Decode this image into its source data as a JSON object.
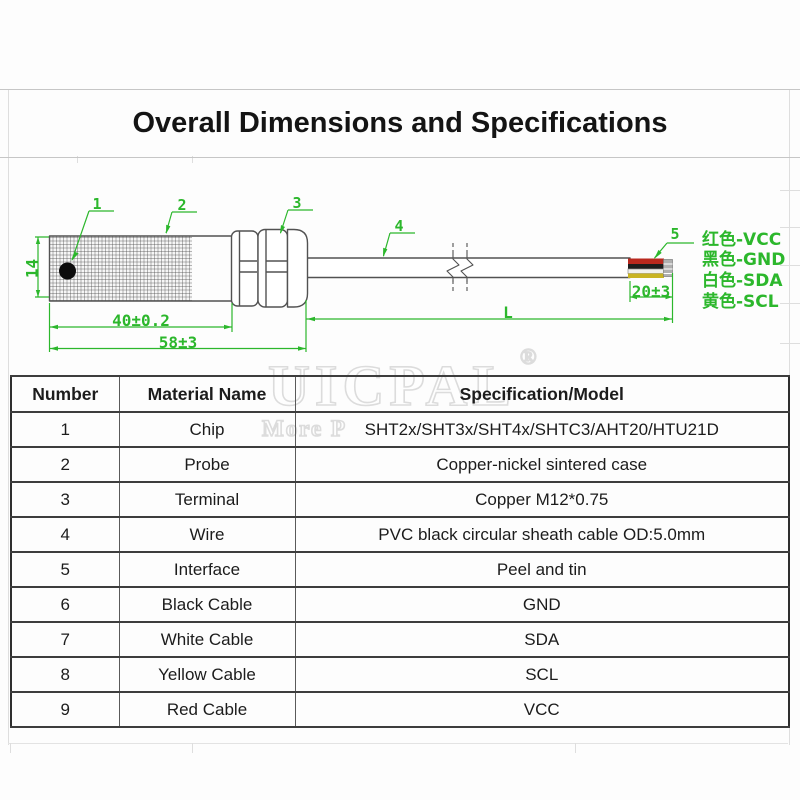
{
  "page": {
    "title": "Overall Dimensions and Specifications"
  },
  "watermark": {
    "brand": "UICPAL",
    "registered": "®",
    "tagline": "More P"
  },
  "diagram": {
    "callouts": [
      "1",
      "2",
      "3",
      "4",
      "5"
    ],
    "dims": {
      "height": "14",
      "body_length": "40±0.2",
      "total_length": "58±3",
      "strip_length": "20±3",
      "cable_length": "L"
    },
    "wire_labels": [
      "红色-VCC",
      "黑色-GND",
      "白色-SDA",
      "黄色-SCL"
    ],
    "wire_colors": [
      "#b9281e",
      "#1d1d1d",
      "#f1f1ee",
      "#c9b423"
    ]
  },
  "table": {
    "headers": [
      "Number",
      "Material Name",
      "Specification/Model"
    ],
    "rows": [
      [
        "1",
        "Chip",
        "SHT2x/SHT3x/SHT4x/SHTC3/AHT20/HTU21D"
      ],
      [
        "2",
        "Probe",
        "Copper-nickel sintered case"
      ],
      [
        "3",
        "Terminal",
        "Copper M12*0.75"
      ],
      [
        "4",
        "Wire",
        "PVC black circular sheath cable OD:5.0mm"
      ],
      [
        "5",
        "Interface",
        "Peel and tin"
      ],
      [
        "6",
        "Black Cable",
        "GND"
      ],
      [
        "7",
        "White Cable",
        "SDA"
      ],
      [
        "8",
        "Yellow Cable",
        "SCL"
      ],
      [
        "9",
        "Red Cable",
        "VCC"
      ]
    ]
  },
  "colors": {
    "cad_green": "#2cb72c",
    "line_dark": "#525252",
    "sensor_dot": "#0d0d0d"
  }
}
